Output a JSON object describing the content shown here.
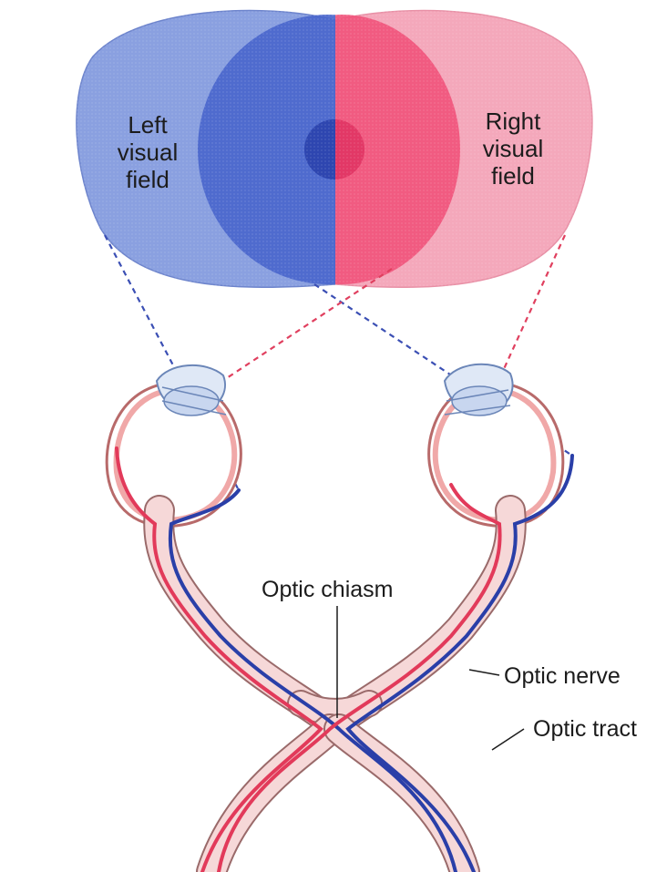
{
  "diagram": {
    "labels": {
      "left_field": [
        "Left",
        "visual",
        "field"
      ],
      "right_field": [
        "Right",
        "visual",
        "field"
      ],
      "optic_chiasm": "Optic chiasm",
      "optic_nerve": "Optic nerve",
      "optic_tract": "Optic tract"
    },
    "colors": {
      "left_field": "#6d8ad6",
      "left_binocular": "#3f5cc8",
      "right_field": "#f08aa4",
      "right_binocular": "#ef5a80",
      "nasal_fibers": "#2a3fa8",
      "temporal_fibers": "#e23a5a",
      "nerve_sheath": "#f4c8c8",
      "nerve_outline": "#9a6a6a"
    }
  }
}
